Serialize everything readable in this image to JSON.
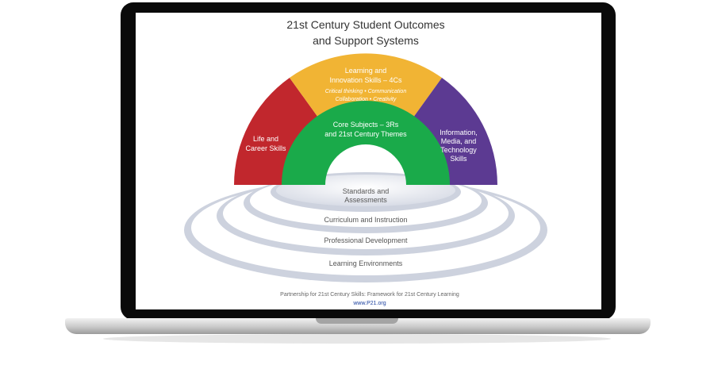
{
  "title": {
    "line1": "21st Century Student Outcomes",
    "line2": "and Support Systems"
  },
  "arch": {
    "life_career": {
      "line1": "Life and",
      "line2": "Career Skills",
      "color": "#c1272d"
    },
    "learning_innovation": {
      "line1": "Learning and",
      "line2": "Innovation Skills – 4Cs",
      "sub1": "Critical thinking • Communication",
      "sub2": "Collaboration • Creativity",
      "color": "#f1b434"
    },
    "information_media": {
      "line1": "Information,",
      "line2": "Media, and",
      "line3": "Technology",
      "line4": "Skills",
      "color": "#5c3a92"
    },
    "core_subjects": {
      "line1": "Core Subjects – 3Rs",
      "line2": "and 21st Century Themes",
      "color": "#1aaa4a"
    }
  },
  "support_systems": {
    "standards": {
      "line1": "Standards and",
      "line2": "Assessments"
    },
    "curriculum": "Curriculum and Instruction",
    "professional": "Professional Development",
    "environments": "Learning Environments"
  },
  "footer": {
    "partnership": "Partnership for 21st Century Skills: Framework for 21st Century Learning",
    "url": "www.P21.org"
  }
}
